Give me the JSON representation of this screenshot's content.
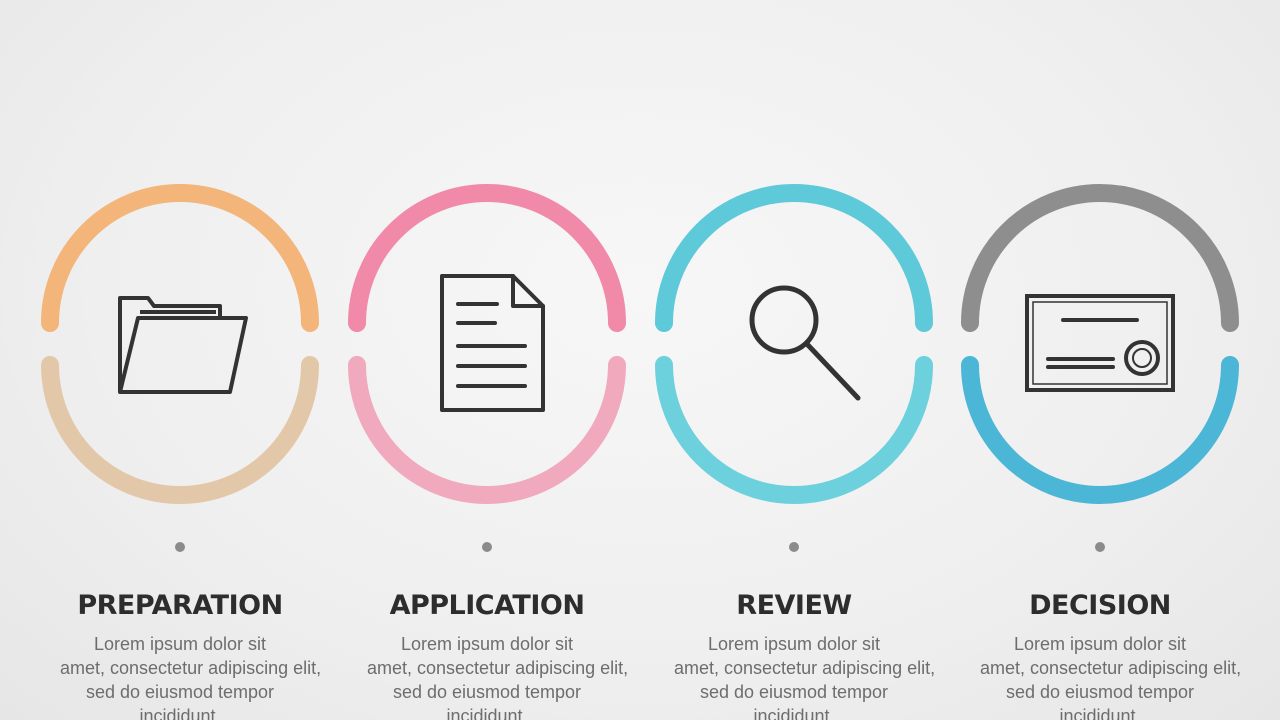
{
  "steps": [
    {
      "title": "PREPARATION",
      "icon": "folder-icon",
      "top_color": "#f3b57a",
      "bottom_color": "#e2c8a8",
      "desc": [
        "Lorem ipsum dolor sit",
        "amet, consectetur adipiscing elit,",
        "sed do eiusmod tempor",
        "incididunt."
      ]
    },
    {
      "title": "APPLICATION",
      "icon": "document-icon",
      "top_color": "#f08aa8",
      "bottom_color": "#f0a9bd",
      "desc": [
        "Lorem ipsum dolor sit",
        "amet, consectetur adipiscing elit,",
        "sed do eiusmod tempor",
        "incididunt."
      ]
    },
    {
      "title": "REVIEW",
      "icon": "magnifier-icon",
      "top_color": "#5ec9d8",
      "bottom_color": "#6dd0dd",
      "desc": [
        "Lorem ipsum dolor sit",
        "amet, consectetur adipiscing elit,",
        "sed do eiusmod tempor",
        "incididunt."
      ]
    },
    {
      "title": "DECISION",
      "icon": "certificate-icon",
      "top_color": "#8e8e8e",
      "bottom_color": "#4cb6d6",
      "desc": [
        "Lorem ipsum dolor sit",
        "amet, consectetur adipiscing elit,",
        "sed do eiusmod tempor",
        "incididunt."
      ]
    }
  ]
}
